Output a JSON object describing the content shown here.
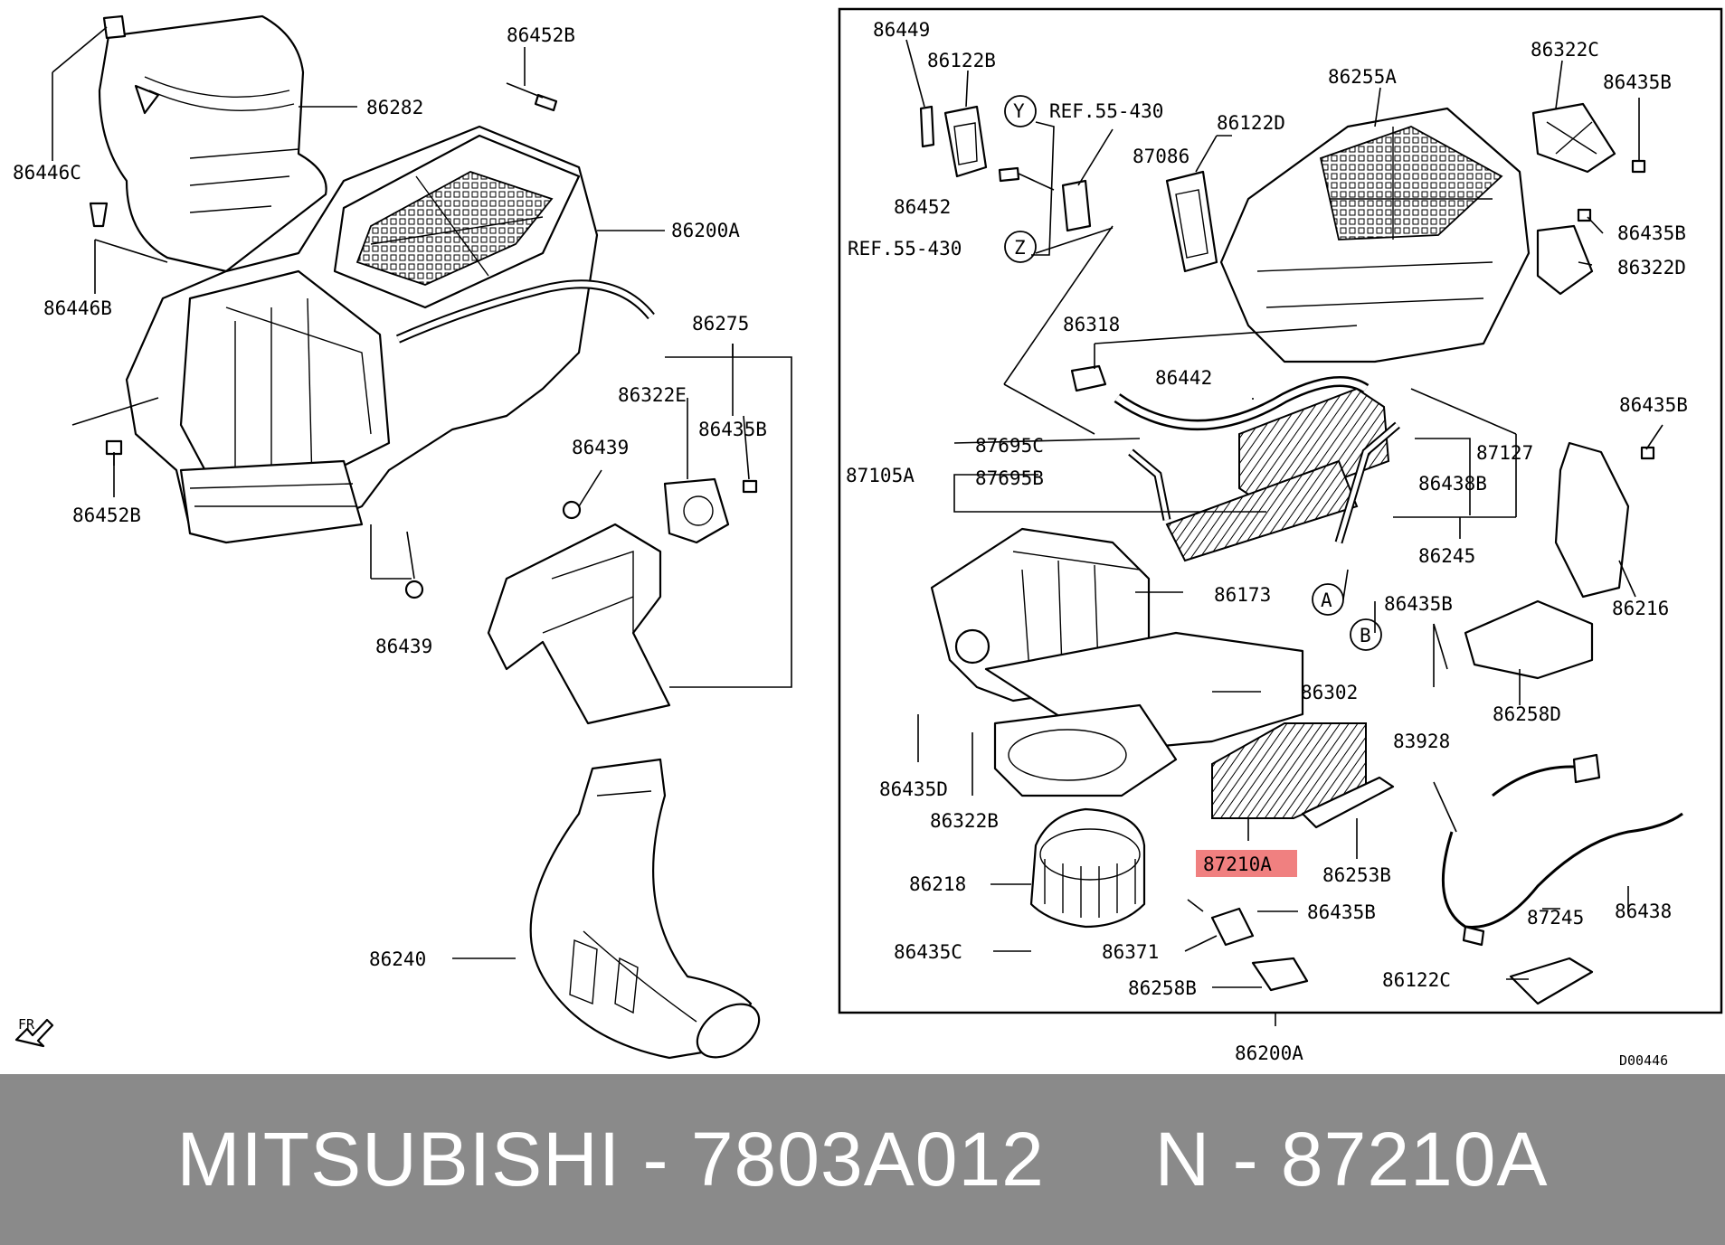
{
  "footer": {
    "brand": "MITSUBISHI",
    "part_number": "7803A012",
    "ref_prefix": "N",
    "ref_number": "87210A"
  },
  "diagram_code": "D00446",
  "orientation_label": "FR",
  "highlight_color": "#f08080",
  "labels": {
    "l86446C": "86446C",
    "l86452B_top": "86452B",
    "l86282": "86282",
    "l86200A_top": "86200A",
    "l86446B": "86446B",
    "l86275": "86275",
    "l86322E": "86322E",
    "l86435B_left": "86435B",
    "l86452B_left": "86452B",
    "l86439_a": "86439",
    "l86439_b": "86439",
    "l86240": "86240",
    "l86449": "86449",
    "l86122B": "86122B",
    "lY": "Y",
    "lRef1": "REF.55-430",
    "l86122D": "86122D",
    "l86255A": "86255A",
    "l86322C": "86322C",
    "l86435B_r1": "86435B",
    "l87086": "87086",
    "l86452": "86452",
    "lRef2": "REF.55-430",
    "lZ": "Z",
    "l86435B_r2": "86435B",
    "l86322D": "86322D",
    "l86318": "86318",
    "l86442": "86442",
    "l86435B_r3": "86435B",
    "l87695C": "87695C",
    "l87105A": "87105A",
    "l87695B": "87695B",
    "l87127": "87127",
    "l86438B": "86438B",
    "l86245": "86245",
    "l86173": "86173",
    "lA": "A",
    "lB": "B",
    "l86435B_r4": "86435B",
    "l86216": "86216",
    "l86302": "86302",
    "l86258D": "86258D",
    "l83928": "83928",
    "l86435D": "86435D",
    "l86322B": "86322B",
    "l87210A": "87210A",
    "l86253B": "86253B",
    "l86218": "86218",
    "l86435B_r5": "86435B",
    "l87245": "87245",
    "l86438": "86438",
    "l86435C": "86435C",
    "l86371": "86371",
    "l86258B": "86258B",
    "l86122C": "86122C",
    "l86200A_bottom": "86200A"
  }
}
